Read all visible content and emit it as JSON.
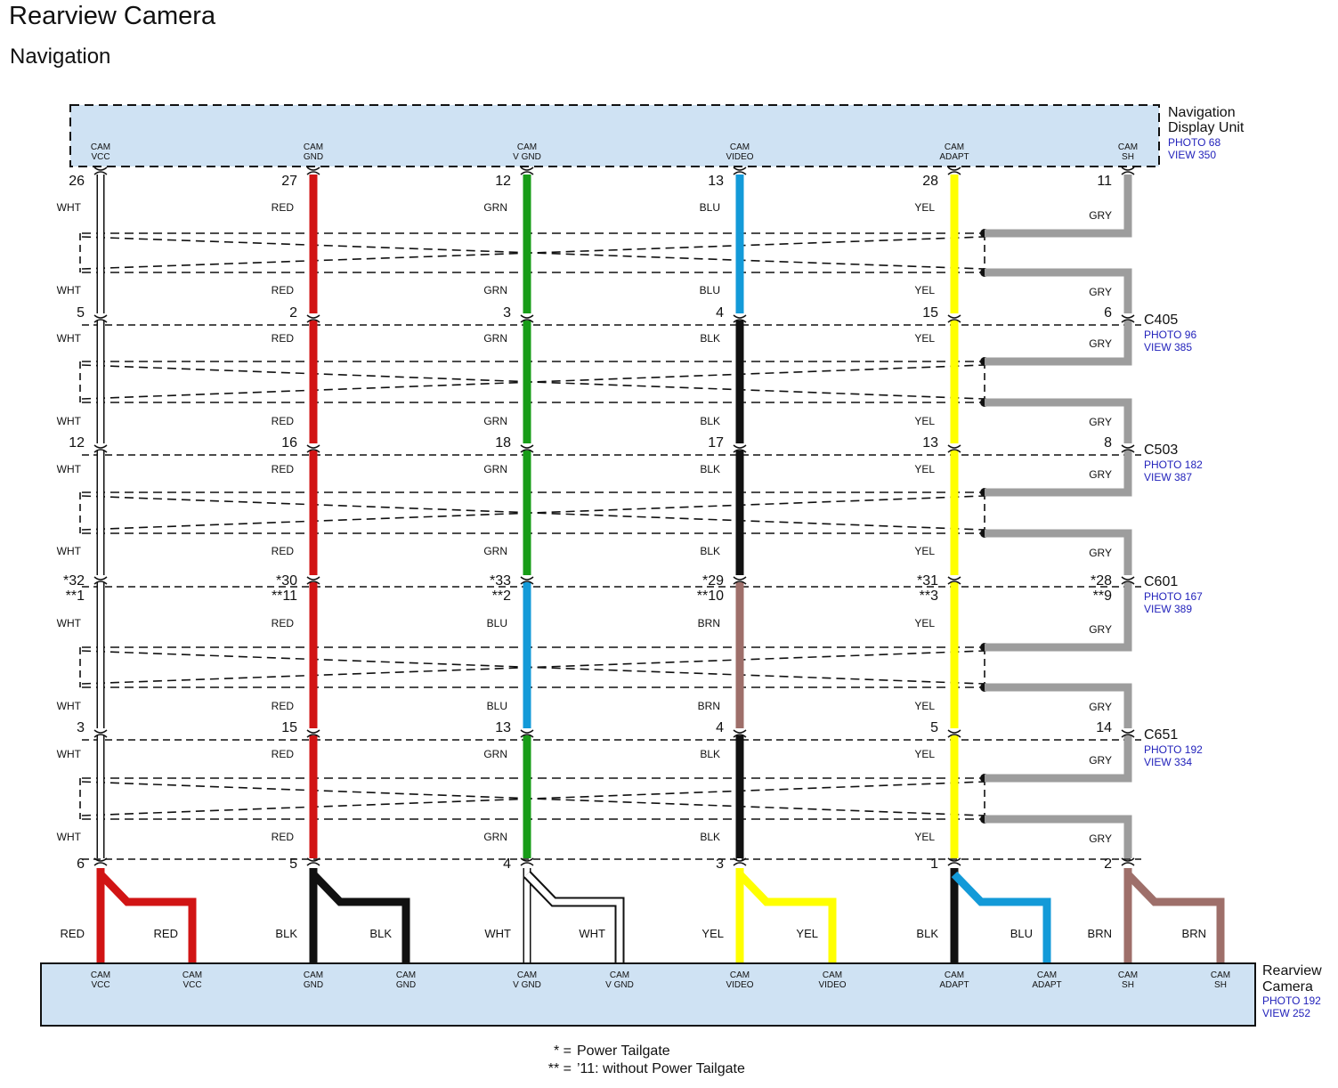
{
  "page": {
    "title": "Rearview Camera",
    "subtitle": "Navigation"
  },
  "top_unit": {
    "name_line1": "Navigation",
    "name_line2": "Display Unit",
    "photo": "PHOTO 68",
    "view": "VIEW 350"
  },
  "bottom_unit": {
    "name_line1": "Rearview",
    "name_line2": "Camera",
    "photo": "PHOTO 192",
    "view": "VIEW 252"
  },
  "colors": {
    "WHT": "#ffffff",
    "RED": "#d11414",
    "GRN": "#179c17",
    "BLU": "#139ad8",
    "BLK": "#111111",
    "YEL": "#ffff00",
    "GRY": "#9d9d9d",
    "BRN": "#9e6f6a",
    "unit_fill": "#cfe2f3",
    "link_color": "#2222bb"
  },
  "wires": [
    {
      "top_label": [
        "CAM",
        "VCC"
      ],
      "top_pin": "26",
      "segment_colors": [
        "WHT",
        "WHT",
        "WHT",
        "WHT",
        "WHT"
      ],
      "bottom_pin": "6",
      "split_colors": [
        "RED",
        "RED"
      ],
      "bottom_labels": [
        [
          "CAM",
          "VCC"
        ],
        [
          "CAM",
          "VCC"
        ]
      ]
    },
    {
      "top_label": [
        "CAM",
        "GND"
      ],
      "top_pin": "27",
      "segment_colors": [
        "RED",
        "RED",
        "RED",
        "RED",
        "RED"
      ],
      "bottom_pin": "5",
      "split_colors": [
        "BLK",
        "BLK"
      ],
      "bottom_labels": [
        [
          "CAM",
          "GND"
        ],
        [
          "CAM",
          "GND"
        ]
      ]
    },
    {
      "top_label": [
        "CAM",
        "V GND"
      ],
      "top_pin": "12",
      "segment_colors": [
        "GRN",
        "GRN",
        "GRN",
        "BLU",
        "GRN"
      ],
      "bottom_pin": "4",
      "split_colors": [
        "WHT",
        "WHT"
      ],
      "bottom_labels": [
        [
          "CAM",
          "V GND"
        ],
        [
          "CAM",
          "V GND"
        ]
      ]
    },
    {
      "top_label": [
        "CAM",
        "VIDEO"
      ],
      "top_pin": "13",
      "segment_colors": [
        "BLU",
        "BLK",
        "BLK",
        "BRN",
        "BLK"
      ],
      "bottom_pin": "3",
      "split_colors": [
        "YEL",
        "YEL"
      ],
      "bottom_labels": [
        [
          "CAM",
          "VIDEO"
        ],
        [
          "CAM",
          "VIDEO"
        ]
      ]
    },
    {
      "top_label": [
        "CAM",
        "ADAPT"
      ],
      "top_pin": "28",
      "segment_colors": [
        "YEL",
        "YEL",
        "YEL",
        "YEL",
        "YEL"
      ],
      "bottom_pin": "1",
      "split_colors": [
        "BLK",
        "BLU"
      ],
      "bottom_labels": [
        [
          "CAM",
          "ADAPT"
        ],
        [
          "CAM",
          "ADAPT"
        ]
      ]
    },
    {
      "top_label": [
        "CAM",
        "SH"
      ],
      "top_pin": "11",
      "segment_colors": [
        "GRY",
        "GRY",
        "GRY",
        "GRY",
        "GRY"
      ],
      "bottom_pin": "2",
      "split_colors": [
        "BRN",
        "BRN"
      ],
      "bottom_labels": [
        [
          "CAM",
          "SH"
        ],
        [
          "CAM",
          "SH"
        ]
      ]
    }
  ],
  "connectors": [
    {
      "name": "C405",
      "photo": "PHOTO 96",
      "view": "VIEW 385",
      "pins": [
        [
          "5"
        ],
        [
          "2"
        ],
        [
          "3"
        ],
        [
          "4"
        ],
        [
          "15"
        ],
        [
          "6"
        ]
      ]
    },
    {
      "name": "C503",
      "photo": "PHOTO 182",
      "view": "VIEW 387",
      "pins": [
        [
          "12"
        ],
        [
          "16"
        ],
        [
          "18"
        ],
        [
          "17"
        ],
        [
          "13"
        ],
        [
          "8"
        ]
      ]
    },
    {
      "name": "C601",
      "photo": "PHOTO 167",
      "view": "VIEW 389",
      "pins": [
        [
          "*32",
          "**1"
        ],
        [
          "*30",
          "**11"
        ],
        [
          "*33",
          "**2"
        ],
        [
          "*29",
          "**10"
        ],
        [
          "*31",
          "**3"
        ],
        [
          "*28",
          "**9"
        ]
      ]
    },
    {
      "name": "C651",
      "photo": "PHOTO 192",
      "view": "VIEW 334",
      "pins": [
        [
          "3"
        ],
        [
          "15"
        ],
        [
          "13"
        ],
        [
          "4"
        ],
        [
          "5"
        ],
        [
          "14"
        ]
      ]
    }
  ],
  "legend": [
    {
      "mark": "* =",
      "text": "Power Tailgate"
    },
    {
      "mark": "** =",
      "text": "’11: without Power Tailgate"
    }
  ]
}
